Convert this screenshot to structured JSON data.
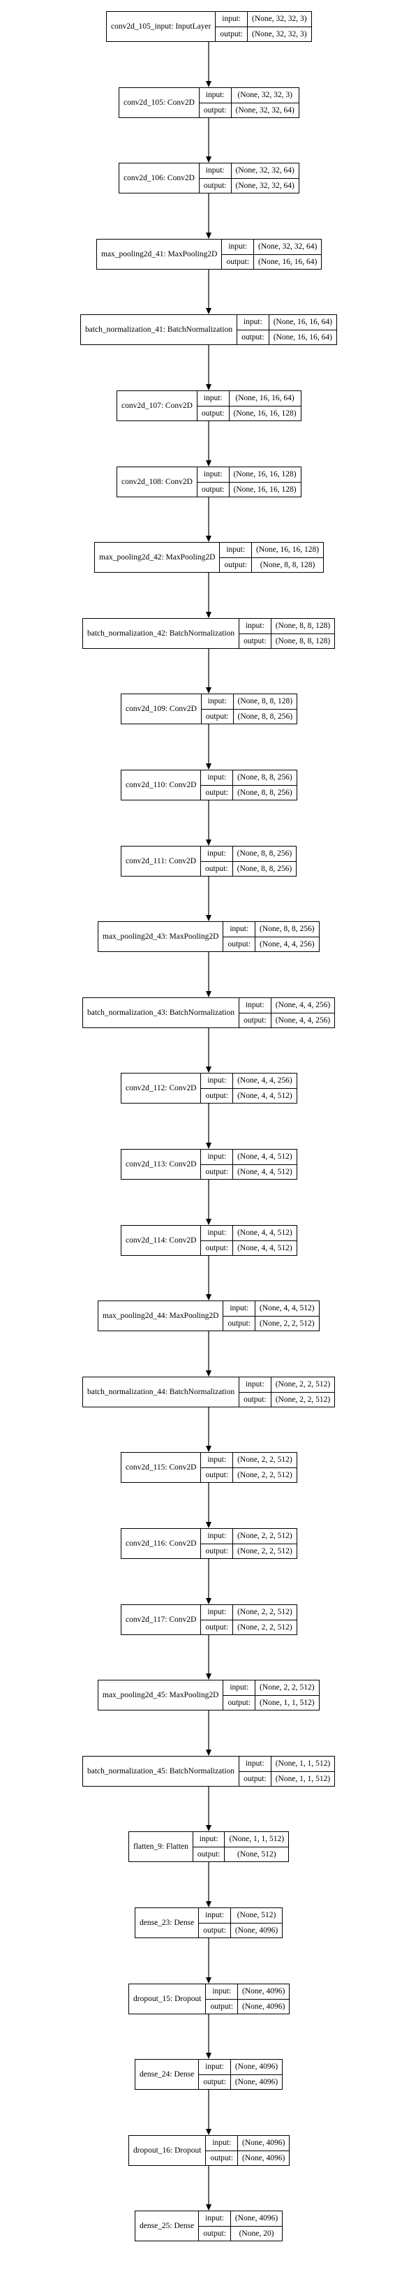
{
  "diagram": {
    "input_label": "input:",
    "output_label": "output:",
    "layers": [
      {
        "name": "conv2d_105_input: InputLayer",
        "input": "(None, 32, 32, 3)",
        "output": "(None, 32, 32, 3)"
      },
      {
        "name": "conv2d_105: Conv2D",
        "input": "(None, 32, 32, 3)",
        "output": "(None, 32, 32, 64)"
      },
      {
        "name": "conv2d_106: Conv2D",
        "input": "(None, 32, 32, 64)",
        "output": "(None, 32, 32, 64)"
      },
      {
        "name": "max_pooling2d_41: MaxPooling2D",
        "input": "(None, 32, 32, 64)",
        "output": "(None, 16, 16, 64)"
      },
      {
        "name": "batch_normalization_41: BatchNormalization",
        "input": "(None, 16, 16, 64)",
        "output": "(None, 16, 16, 64)"
      },
      {
        "name": "conv2d_107: Conv2D",
        "input": "(None, 16, 16, 64)",
        "output": "(None, 16, 16, 128)"
      },
      {
        "name": "conv2d_108: Conv2D",
        "input": "(None, 16, 16, 128)",
        "output": "(None, 16, 16, 128)"
      },
      {
        "name": "max_pooling2d_42: MaxPooling2D",
        "input": "(None, 16, 16, 128)",
        "output": "(None, 8, 8, 128)"
      },
      {
        "name": "batch_normalization_42: BatchNormalization",
        "input": "(None, 8, 8, 128)",
        "output": "(None, 8, 8, 128)"
      },
      {
        "name": "conv2d_109: Conv2D",
        "input": "(None, 8, 8, 128)",
        "output": "(None, 8, 8, 256)"
      },
      {
        "name": "conv2d_110: Conv2D",
        "input": "(None, 8, 8, 256)",
        "output": "(None, 8, 8, 256)"
      },
      {
        "name": "conv2d_111: Conv2D",
        "input": "(None, 8, 8, 256)",
        "output": "(None, 8, 8, 256)"
      },
      {
        "name": "max_pooling2d_43: MaxPooling2D",
        "input": "(None, 8, 8, 256)",
        "output": "(None, 4, 4, 256)"
      },
      {
        "name": "batch_normalization_43: BatchNormalization",
        "input": "(None, 4, 4, 256)",
        "output": "(None, 4, 4, 256)"
      },
      {
        "name": "conv2d_112: Conv2D",
        "input": "(None, 4, 4, 256)",
        "output": "(None, 4, 4, 512)"
      },
      {
        "name": "conv2d_113: Conv2D",
        "input": "(None, 4, 4, 512)",
        "output": "(None, 4, 4, 512)"
      },
      {
        "name": "conv2d_114: Conv2D",
        "input": "(None, 4, 4, 512)",
        "output": "(None, 4, 4, 512)"
      },
      {
        "name": "max_pooling2d_44: MaxPooling2D",
        "input": "(None, 4, 4, 512)",
        "output": "(None, 2, 2, 512)"
      },
      {
        "name": "batch_normalization_44: BatchNormalization",
        "input": "(None, 2, 2, 512)",
        "output": "(None, 2, 2, 512)"
      },
      {
        "name": "conv2d_115: Conv2D",
        "input": "(None, 2, 2, 512)",
        "output": "(None, 2, 2, 512)"
      },
      {
        "name": "conv2d_116: Conv2D",
        "input": "(None, 2, 2, 512)",
        "output": "(None, 2, 2, 512)"
      },
      {
        "name": "conv2d_117: Conv2D",
        "input": "(None, 2, 2, 512)",
        "output": "(None, 2, 2, 512)"
      },
      {
        "name": "max_pooling2d_45: MaxPooling2D",
        "input": "(None, 2, 2, 512)",
        "output": "(None, 1, 1, 512)"
      },
      {
        "name": "batch_normalization_45: BatchNormalization",
        "input": "(None, 1, 1, 512)",
        "output": "(None, 1, 1, 512)"
      },
      {
        "name": "flatten_9: Flatten",
        "input": "(None, 1, 1, 512)",
        "output": "(None, 512)"
      },
      {
        "name": "dense_23: Dense",
        "input": "(None, 512)",
        "output": "(None, 4096)"
      },
      {
        "name": "dropout_15: Dropout",
        "input": "(None, 4096)",
        "output": "(None, 4096)"
      },
      {
        "name": "dense_24: Dense",
        "input": "(None, 4096)",
        "output": "(None, 4096)"
      },
      {
        "name": "dropout_16: Dropout",
        "input": "(None, 4096)",
        "output": "(None, 4096)"
      },
      {
        "name": "dense_25: Dense",
        "input": "(None, 4096)",
        "output": "(None, 20)"
      }
    ]
  }
}
